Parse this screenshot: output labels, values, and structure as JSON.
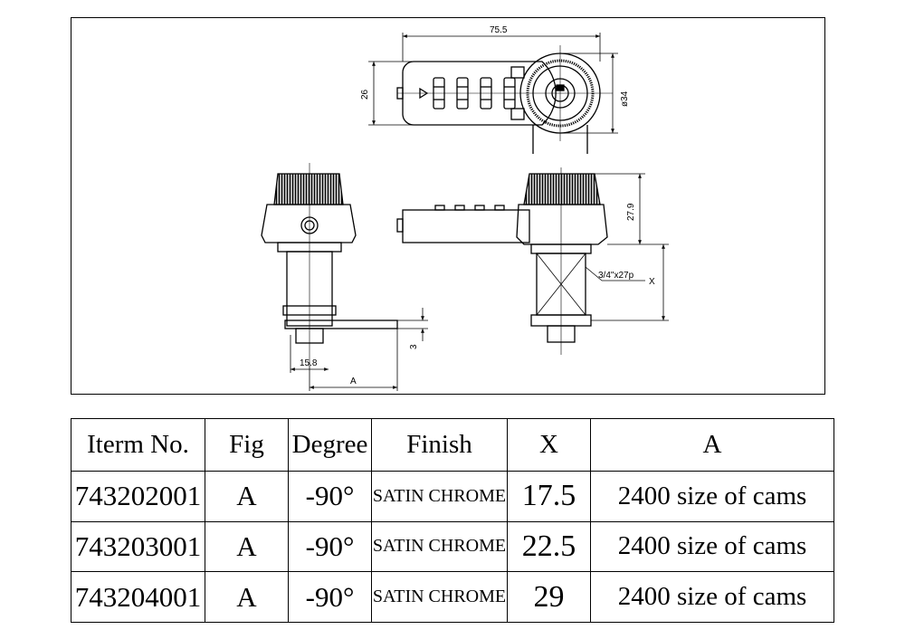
{
  "drawing": {
    "dimensions": {
      "overall_length": "75.5",
      "height": "26",
      "diameter": "ø34",
      "knob_height": "27.9",
      "thread": "3/4\"x27p",
      "x_label": "X",
      "cam_thickness": "3",
      "cam_offset": "15.8",
      "a_label": "A"
    }
  },
  "table": {
    "headers": [
      "Iterm No.",
      "Fig",
      "Degree",
      "Finish",
      "X",
      "A"
    ],
    "rows": [
      {
        "item": "743202001",
        "fig": "A",
        "degree": "-90°",
        "finish": "SATIN CHROME",
        "x": "17.5",
        "a": "2400 size of cams"
      },
      {
        "item": "743203001",
        "fig": "A",
        "degree": "-90°",
        "finish": "SATIN CHROME",
        "x": "22.5",
        "a": "2400 size of cams"
      },
      {
        "item": "743204001",
        "fig": "A",
        "degree": "-90°",
        "finish": "SATIN CHROME",
        "x": "29",
        "a": "2400 size of cams"
      }
    ]
  }
}
